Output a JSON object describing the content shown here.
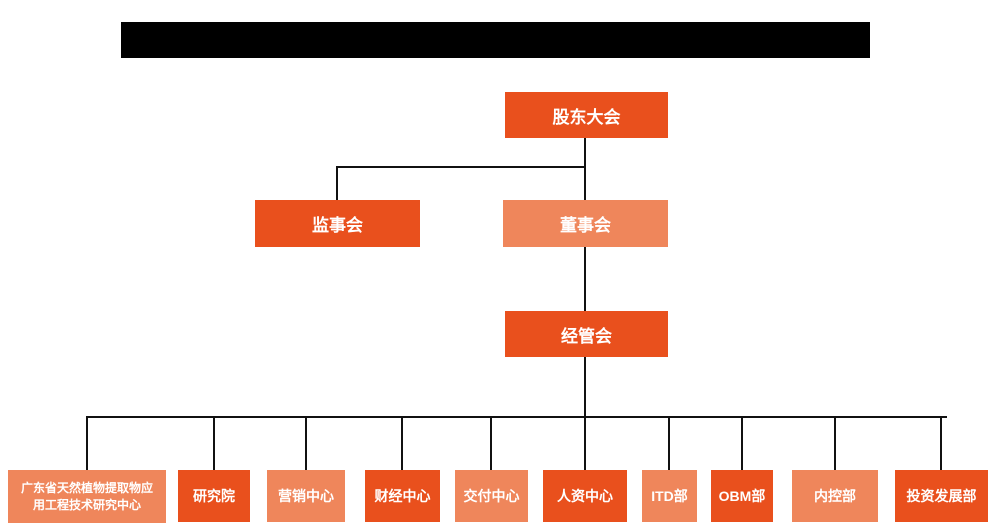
{
  "colors": {
    "primary": "#E9501D",
    "secondary": "#EF865B",
    "line": "#111111",
    "text": "#FFFFFF",
    "redaction": "#000000"
  },
  "org_chart": {
    "level1": {
      "label": "股东大会"
    },
    "level2": [
      {
        "label": "监事会",
        "variant": "primary"
      },
      {
        "label": "董事会",
        "variant": "secondary"
      }
    ],
    "level3": {
      "label": "经管会"
    },
    "level4": [
      {
        "label": "广东省天然植物提取物应用工程技术研究中心",
        "variant": "secondary"
      },
      {
        "label": "研究院",
        "variant": "primary"
      },
      {
        "label": "营销中心",
        "variant": "secondary"
      },
      {
        "label": "财经中心",
        "variant": "primary"
      },
      {
        "label": "交付中心",
        "variant": "secondary"
      },
      {
        "label": "人资中心",
        "variant": "primary"
      },
      {
        "label": "ITD部",
        "variant": "secondary"
      },
      {
        "label": "OBM部",
        "variant": "primary"
      },
      {
        "label": "内控部",
        "variant": "secondary"
      },
      {
        "label": "投资发展部",
        "variant": "primary"
      }
    ]
  }
}
